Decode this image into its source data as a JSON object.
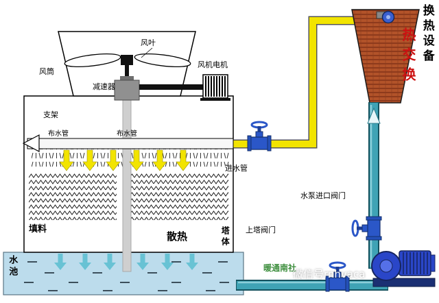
{
  "labels": {
    "heat_exchange_equipment": "换热设备",
    "heat_exchange": "热交换",
    "fan_blade": "风叶",
    "fan_duct": "风筒",
    "fan_motor": "风机电机",
    "reducer": "减速器",
    "support": "支架",
    "water_distribution_pipe_left": "布水管",
    "water_distribution_pipe_right": "布水管",
    "inlet_pipe": "进水管",
    "tower_inlet_valve": "上塔阀门",
    "pump_inlet_valve": "水泵进口阀门",
    "fill_media": "填料",
    "heat_dissipation": "散热",
    "tower_body": "塔体",
    "water_pool": "水池"
  },
  "watermark": {
    "site": "暖通南社",
    "wechat": "微信号rnhvaca"
  },
  "colors": {
    "hot_pipe_yellow": "#f2e400",
    "cold_pipe_teal": "#3fa3b5",
    "cold_pipe_dark": "#14525e",
    "exchanger_red": "#b25329",
    "pool_blue": "#bcdcec",
    "pump_blue": "#2a46c8",
    "valve_blue": "#2b57c8",
    "label_red": "#cc1111",
    "watermark_green": "#3f8f3f"
  }
}
